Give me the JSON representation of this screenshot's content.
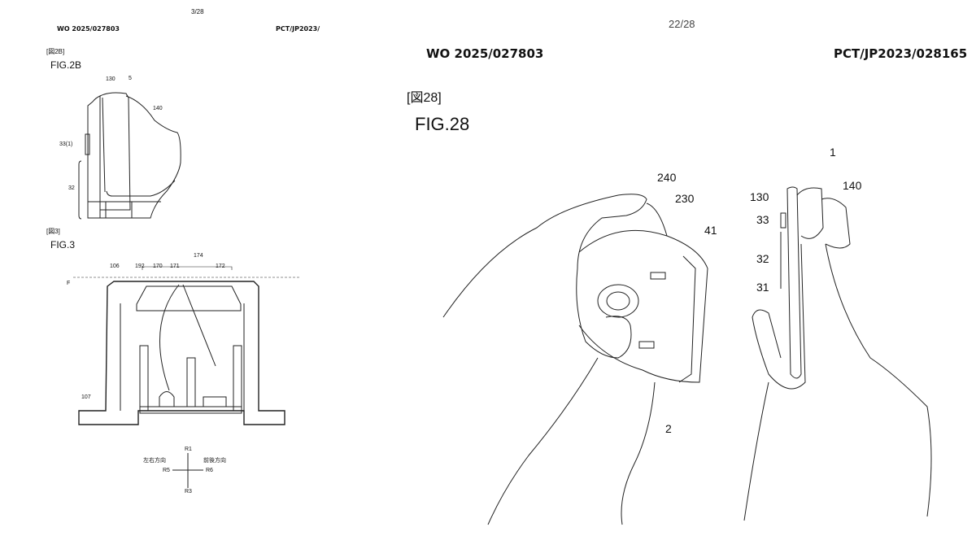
{
  "left_page": {
    "page_number": "3/28",
    "publication_number": "WO 2025/027803",
    "application_number": "PCT/JP2023/",
    "figures": [
      {
        "tag": "[図2B]",
        "title": "FIG.2B",
        "labels": [
          "130",
          "5",
          "140",
          "33(1)",
          "32"
        ]
      },
      {
        "tag": "[図3]",
        "title": "FIG.3",
        "labels": [
          "174",
          "106",
          "192",
          "170",
          "171",
          "172",
          "F",
          "107"
        ],
        "directions": {
          "up": "R1",
          "down": "R3",
          "left": "R5",
          "right": "R6",
          "left_right_caption": "左右方向",
          "front_back_caption": "前後方向"
        }
      }
    ]
  },
  "right_page": {
    "page_number": "22/28",
    "publication_number": "WO 2025/027803",
    "application_number": "PCT/JP2023/028165",
    "figure": {
      "tag": "[図28]",
      "title": "FIG.28",
      "labels": [
        "240",
        "230",
        "41",
        "2",
        "1",
        "130",
        "140",
        "33",
        "32",
        "31"
      ]
    }
  }
}
